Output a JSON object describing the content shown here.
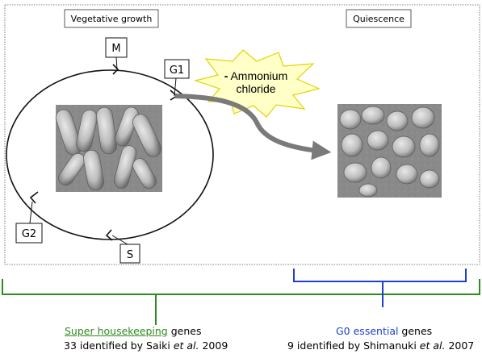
{
  "phases": {
    "vegetative_label": "Vegetative growth",
    "quiescence_label": "Quiescence"
  },
  "cell_cycle": {
    "m_label": "M",
    "g1_label": "G1",
    "g2_label": "G2",
    "s_label": "S"
  },
  "treatment": {
    "line1_prefix": "-",
    "line1": "Ammonium",
    "line2": "chloride"
  },
  "left_caption": {
    "highlight": "Super housekeeping",
    "suffix": " genes",
    "count_line_prefix": "33 identified by Saiki ",
    "count_line_italic": "et al.",
    "count_line_suffix": " 2009"
  },
  "right_caption": {
    "highlight": "G0 essential",
    "suffix": " genes",
    "count_line_prefix": "9 identified by Shimanuki ",
    "count_line_italic": "et al.",
    "count_line_suffix": " 2007"
  },
  "colors": {
    "green_bracket": "#2e8b1e",
    "blue_bracket": "#1f3fcf",
    "arrow": "#7a7a7a",
    "burst_fill": "#ffffc8",
    "burst_stroke": "#e6d200"
  },
  "icons": [
    "yeast-vegetative-image",
    "yeast-quiescent-image"
  ]
}
